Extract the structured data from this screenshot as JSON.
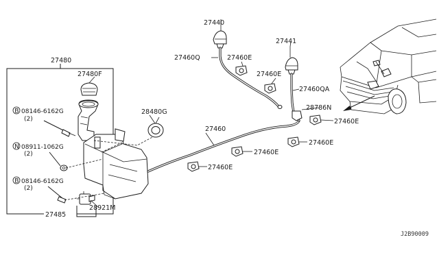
{
  "labels": {
    "p27480": "27480",
    "p27480f": "27480F",
    "b1_symbol": "B",
    "b1_num": "08146-6162G",
    "b1_qty": "(2)",
    "n_symbol": "N",
    "n_num": "08911-1062G",
    "n_qty": "(2)",
    "b2_symbol": "B",
    "b2_num": "08146-6162G",
    "b2_qty": "(2)",
    "p27485": "27485",
    "p28921m": "28921M",
    "p28480g": "28480G",
    "p27440": "27440",
    "p27460q": "27460Q",
    "p27460e_a": "27460E",
    "p27441": "27441",
    "p27460e_b": "27460E",
    "p27460qa": "27460QA",
    "p28786n": "28786N",
    "p27460e_c": "27460E",
    "p27460": "27460",
    "p27460e_d": "27460E",
    "p27460e_e": "27460E",
    "p27460e_f": "27460E"
  },
  "ref_code": "J2B90009"
}
